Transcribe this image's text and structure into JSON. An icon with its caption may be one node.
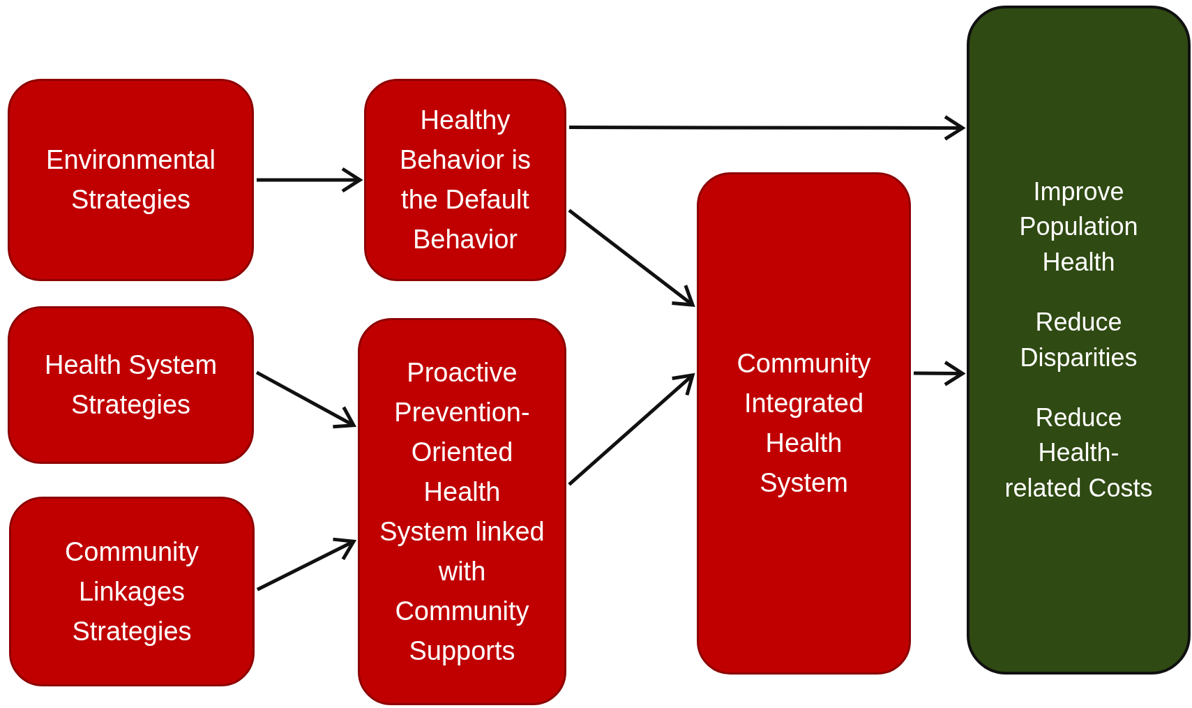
{
  "diagram": {
    "nodes": [
      {
        "text": [
          "Environmental Strategies"
        ]
      },
      {
        "text": [
          "Healthy Behavior is the Default Behavior"
        ]
      },
      {
        "text": [
          "Health System Strategies"
        ]
      },
      {
        "text": [
          "Community Linkages Strategies"
        ]
      },
      {
        "text": [
          "Proactive Prevention-Oriented Health System linked with Community Supports"
        ]
      },
      {
        "text": [
          "Community Integrated Health System"
        ]
      },
      {
        "text": [
          "Improve Population Health",
          "Reduce Disparities",
          "Reduce Health-related Costs"
        ]
      }
    ],
    "edges": [
      {
        "from": 0,
        "to": 1,
        "arrow": "to"
      },
      {
        "from": 1,
        "to": 6,
        "arrow": "to"
      },
      {
        "from": 1,
        "to": 5,
        "arrow": "to"
      },
      {
        "from": 2,
        "to": 4,
        "arrow": "to"
      },
      {
        "from": 3,
        "to": 4,
        "arrow": "to"
      },
      {
        "from": 4,
        "to": 5,
        "arrow": "to"
      },
      {
        "from": 5,
        "to": 6,
        "arrow": "to"
      }
    ]
  }
}
